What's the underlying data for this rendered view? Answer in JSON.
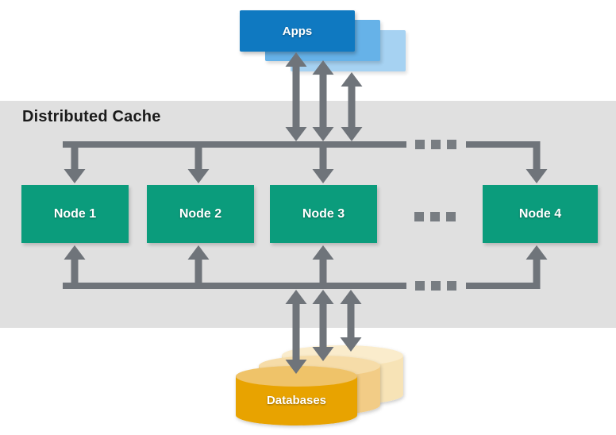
{
  "title": "Distributed Cache",
  "apps": {
    "label": "Apps"
  },
  "cache": {
    "nodes": [
      {
        "label": "Node 1"
      },
      {
        "label": "Node 2"
      },
      {
        "label": "Node 3"
      },
      {
        "label": "Node 4"
      }
    ],
    "truncation_hint": "ellipsis-dots between Node 3 and Node 4"
  },
  "databases": {
    "label": "Databases"
  },
  "colors": {
    "background": "#FFFFFF",
    "band_gray": "#E0E0E0",
    "arrow_gray": "#6F747A",
    "dot_gray": "#787D82",
    "app_front_blue": "#0F79C1",
    "app_mid_blue": "#66B2E8",
    "app_back_blue": "#A6D2F2",
    "node_green": "#0B9C7C",
    "db_front_gold": "#E8A303",
    "db_front_top": "#EFC369",
    "db_mid_gold": "#F2CC86",
    "db_mid_top": "#F6DCA8",
    "db_back_gold": "#F7E3B6",
    "db_back_top": "#FAECCC",
    "title_text": "#1A1A1A",
    "label_text": "#FFFFFF"
  }
}
